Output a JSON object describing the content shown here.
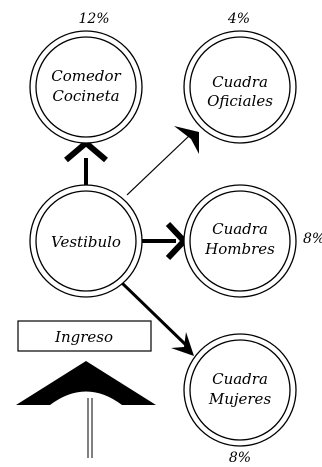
{
  "nodes": {
    "comedor": {
      "lines": [
        "Comedor",
        "Cocineta"
      ],
      "percent": "12%"
    },
    "oficiales": {
      "lines": [
        "Cuadra",
        "Oficiales"
      ],
      "percent": "4%"
    },
    "vestibulo": {
      "lines": [
        "Vestibulo"
      ]
    },
    "hombres": {
      "lines": [
        "Cuadra",
        "Hombres"
      ],
      "percent": "8%"
    },
    "mujeres": {
      "lines": [
        "Cuadra",
        "Mujeres"
      ],
      "percent": "8%"
    }
  },
  "entry": {
    "label": "Ingreso"
  }
}
